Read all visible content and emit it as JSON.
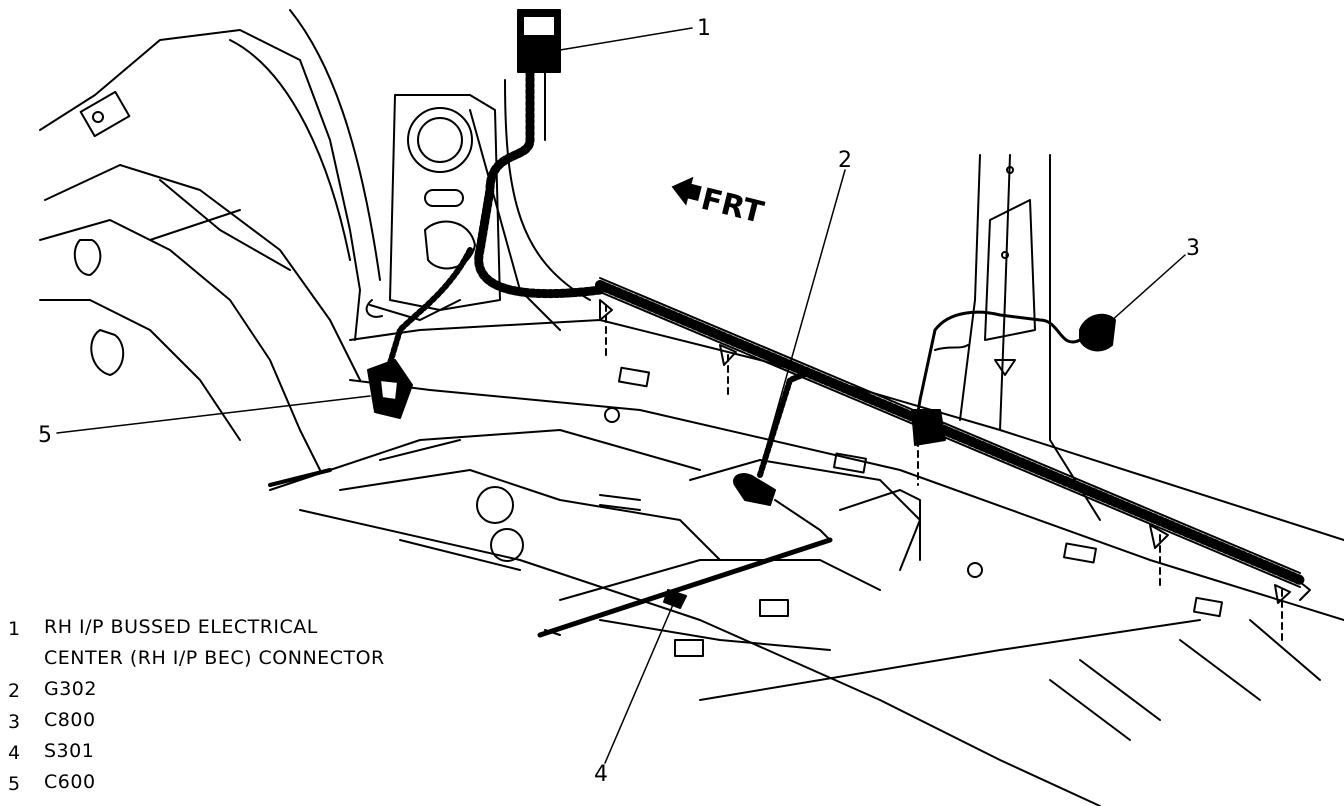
{
  "front_marker": {
    "label": "FRT",
    "icon": "arrow-left-icon"
  },
  "callouts": [
    "1",
    "2",
    "3",
    "4",
    "5"
  ],
  "legend": [
    {
      "num": "1",
      "text": "RH I/P BUSSED ELECTRICAL\nCENTER (RH I/P BEC) CONNECTOR"
    },
    {
      "num": "2",
      "text": "G302"
    },
    {
      "num": "3",
      "text": "C800"
    },
    {
      "num": "4",
      "text": "S301"
    },
    {
      "num": "5",
      "text": "C600"
    }
  ]
}
